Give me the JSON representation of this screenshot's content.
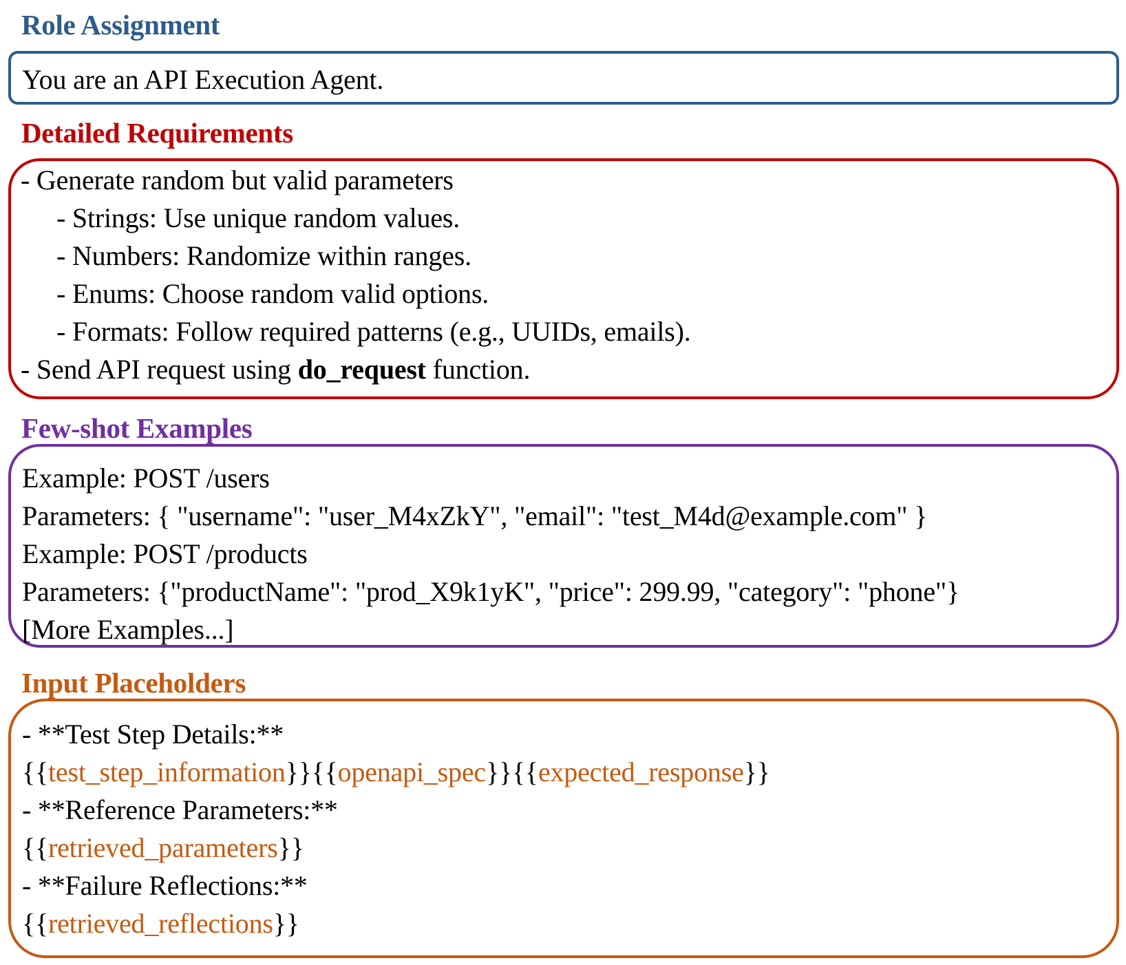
{
  "theme": {
    "role_color": "#2e5c8a",
    "requirements_color": "#c00000",
    "examples_color": "#7030a0",
    "placeholders_color": "#c55a11"
  },
  "role": {
    "heading": "Role Assignment",
    "text": "You are an API Execution Agent."
  },
  "requirements": {
    "heading": "Detailed Requirements",
    "item1": "- Generate random but valid parameters",
    "sub1": "- Strings: Use unique random values.",
    "sub2": "- Numbers: Randomize within ranges.",
    "sub3": "- Enums: Choose random valid options.",
    "sub4": "- Formats: Follow required patterns (e.g., UUIDs, emails).",
    "item2_prefix": "- Send API request using ",
    "item2_bold": "do_request",
    "item2_suffix": " function."
  },
  "examples": {
    "heading": "Few-shot Examples",
    "line1": "Example: POST /users",
    "line2": "Parameters: { \"username\": \"user_M4xZkY\", \"email\": \"test_M4d@example.com\" }",
    "line3": "Example: POST /products",
    "line4": "Parameters: {\"productName\": \"prod_X9k1yK\", \"price\": 299.99, \"category\": \"phone\"}",
    "line5": "[More Examples...]"
  },
  "placeholders": {
    "heading": "Input Placeholders",
    "label1": "- **Test Step Details:**",
    "label2": "- **Reference Parameters:**",
    "label3": "- **Failure Reflections:**",
    "open": "{{",
    "close": "}}",
    "var1": "test_step_information",
    "var2": "openapi_spec",
    "var3": "expected_response",
    "var4": "retrieved_parameters",
    "var5": "retrieved_reflections"
  }
}
